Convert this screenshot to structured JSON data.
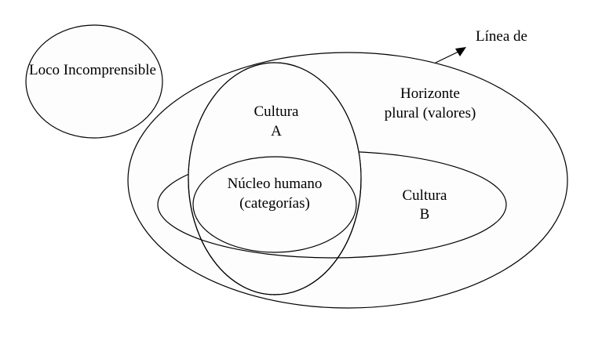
{
  "diagram": {
    "loco": {
      "label": "Loco Incomprensible"
    },
    "horizonte": {
      "line1": "Horizonte",
      "line2": "plural (valores)"
    },
    "cultura_a": {
      "line1": "Cultura",
      "line2": "A"
    },
    "cultura_b": {
      "line1": "Cultura",
      "line2": "B"
    },
    "nucleo": {
      "line1": "Núcleo humano",
      "line2": "(categorías)"
    },
    "arrow_label": "Línea de"
  },
  "colors": {
    "stroke": "#000000",
    "fill": "#fdfdfd"
  }
}
